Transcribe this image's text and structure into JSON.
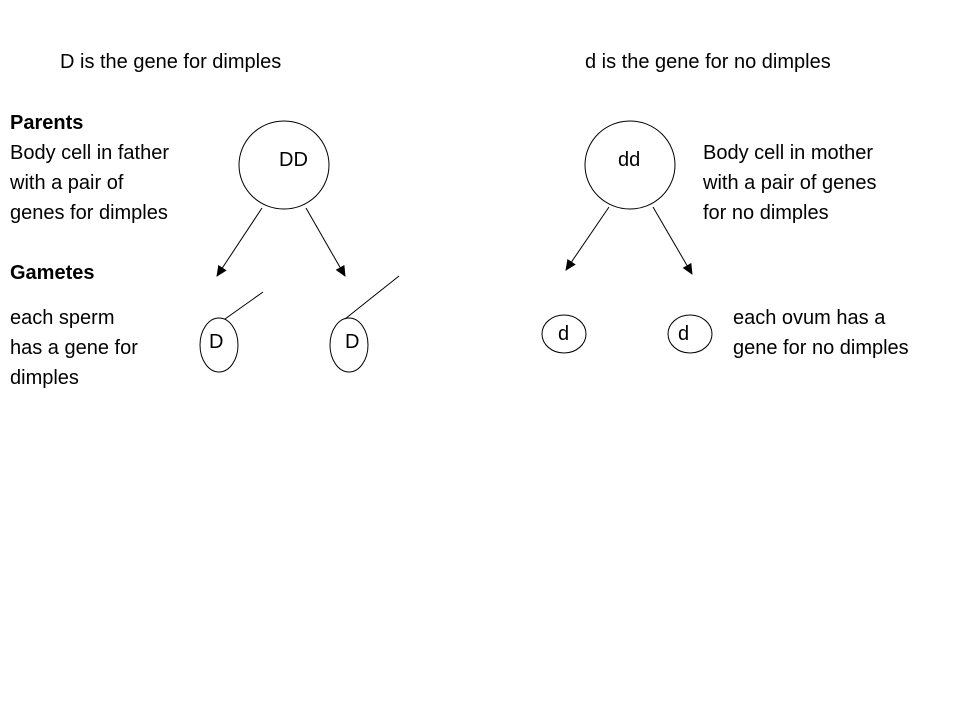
{
  "header": {
    "dominant_definition": "D is the gene for dimples",
    "recessive_definition": "d is the gene for no dimples"
  },
  "left": {
    "parents_heading": "Parents",
    "father_description": [
      "Body cell in father",
      "with a pair of",
      "genes for dimples"
    ],
    "gametes_heading": "Gametes",
    "sperm_description": [
      "each sperm",
      "has a gene for",
      "dimples"
    ],
    "father_genotype": "DD",
    "sperm_1_allele": "D",
    "sperm_2_allele": "D"
  },
  "right": {
    "mother_description": [
      "Body cell in mother",
      "with a pair of genes",
      "for no dimples"
    ],
    "ovum_description": [
      "each ovum has a",
      "gene for no dimples"
    ],
    "mother_genotype": "dd",
    "ovum_1_allele": "d",
    "ovum_2_allele": "d"
  }
}
